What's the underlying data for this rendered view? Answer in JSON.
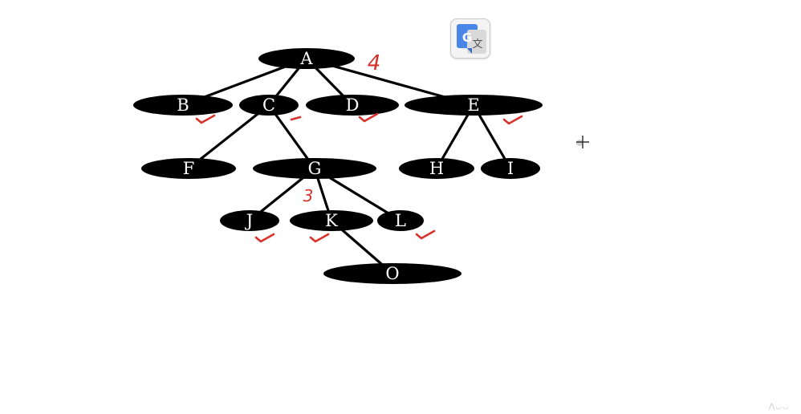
{
  "diagram": {
    "nodes": [
      {
        "id": "A",
        "label": "A"
      },
      {
        "id": "B",
        "label": "B"
      },
      {
        "id": "C",
        "label": "C"
      },
      {
        "id": "D",
        "label": "D"
      },
      {
        "id": "E",
        "label": "E"
      },
      {
        "id": "F",
        "label": "F"
      },
      {
        "id": "G",
        "label": "G"
      },
      {
        "id": "H",
        "label": "H"
      },
      {
        "id": "I",
        "label": "I"
      },
      {
        "id": "J",
        "label": "J"
      },
      {
        "id": "K",
        "label": "K"
      },
      {
        "id": "L",
        "label": "L"
      },
      {
        "id": "O",
        "label": "O"
      }
    ],
    "edges": [
      [
        "A",
        "B"
      ],
      [
        "A",
        "C"
      ],
      [
        "A",
        "D"
      ],
      [
        "A",
        "E"
      ],
      [
        "C",
        "F"
      ],
      [
        "C",
        "G"
      ],
      [
        "E",
        "H"
      ],
      [
        "E",
        "I"
      ],
      [
        "G",
        "J"
      ],
      [
        "G",
        "K"
      ],
      [
        "G",
        "L"
      ],
      [
        "K",
        "O"
      ]
    ],
    "annotations": [
      {
        "node": "A",
        "mark": "4"
      },
      {
        "node": "G",
        "mark": "3"
      },
      {
        "node": "B",
        "mark": "check"
      },
      {
        "node": "C",
        "mark": "dash"
      },
      {
        "node": "D",
        "mark": "check"
      },
      {
        "node": "E",
        "mark": "check"
      },
      {
        "node": "J",
        "mark": "check"
      },
      {
        "node": "K",
        "mark": "check"
      },
      {
        "node": "L",
        "mark": "check"
      }
    ],
    "node_fill": "#000000",
    "label_color": "#ffffff",
    "annotation_color": "#d8322c"
  },
  "overlay": {
    "translate_icon": "google-translate-icon",
    "cursor_icon": "crosshair-cursor-icon",
    "watermark": "tutorialspoint-watermark"
  }
}
